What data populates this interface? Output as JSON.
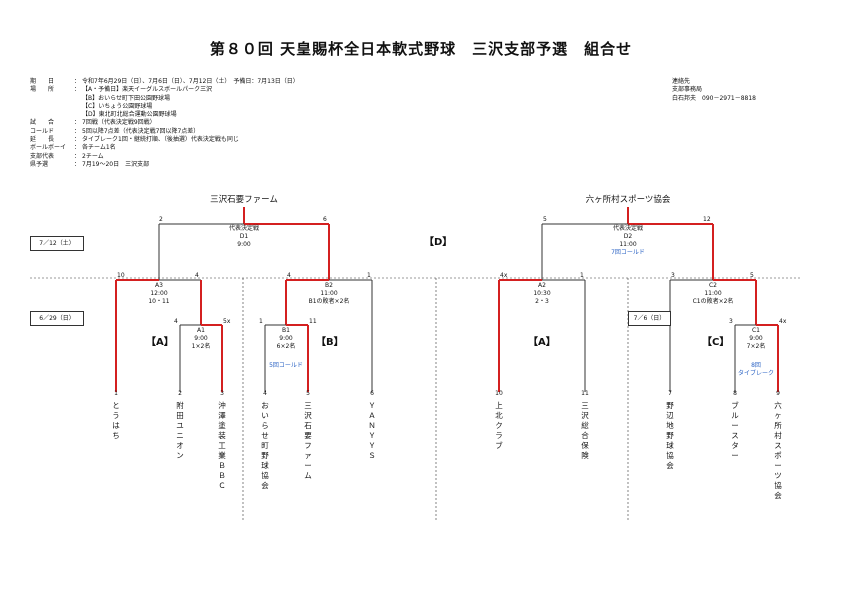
{
  "title": "第８０回 天皇賜杯全日本軟式野球　三沢支部予選　組合せ",
  "info": [
    {
      "k": "期　　日",
      "v": "令和7年6月29日（日）、7月6日（日）、7月12日（土）　予備日：7月13日（日）"
    },
    {
      "k": "場　　所",
      "v": "【A・予備日】楽天イーグルスボールパーク三沢"
    },
    {
      "k": "",
      "v": "【B】おいらせ町下田公園野球場"
    },
    {
      "k": "",
      "v": "【C】いちょう公園野球場"
    },
    {
      "k": "",
      "v": "【D】東北町北総合運動公園野球場"
    },
    {
      "k": "試　　合",
      "v": "7回戦（代表決定戦9回戦）"
    },
    {
      "k": "コールド",
      "v": "5回以降7点差（代表決定戦7回以降7点差）"
    },
    {
      "k": "延　　長",
      "v": "タイブレーク1回・継続打順、（後抽選）代表決定戦も同じ"
    },
    {
      "k": "ボールボーイ",
      "v": "各チーム1名"
    },
    {
      "k": "支部代表",
      "v": "2チーム"
    },
    {
      "k": "県予選",
      "v": "7月19〜20日　三沢支部"
    }
  ],
  "contact": [
    "連絡先",
    "支部事務局",
    "白石邦夫　090－2971－8818"
  ],
  "winners": {
    "left": "三沢石要ファーム",
    "right": "六ヶ所村スポーツ協会"
  },
  "dates": {
    "d712": "7／12（土）",
    "d629": "6／29（日）",
    "d76": "7／6（日）"
  },
  "venues": {
    "D": "【D】",
    "A_left": "【A】",
    "B": "【B】",
    "A_right": "【A】",
    "C": "【C】"
  },
  "games": {
    "D1": {
      "l1": "代表決定戦",
      "l2": "D1",
      "l3": "9:00"
    },
    "D2": {
      "l1": "代表決定戦",
      "l2": "D2",
      "l3": "11:00",
      "note": "7回コールド"
    },
    "A3": {
      "l1": "A3",
      "l2": "12:00",
      "l3": "10・11"
    },
    "A1": {
      "l1": "A1",
      "l2": "9:00",
      "l3": "1×2名"
    },
    "B2": {
      "l1": "B2",
      "l2": "11:00",
      "l3": "B1の敗者×2名"
    },
    "B1": {
      "l1": "B1",
      "l2": "9:00",
      "l3": "6×2名",
      "note": "5回コールド"
    },
    "A2": {
      "l1": "A2",
      "l2": "10:30",
      "l3": "2・3"
    },
    "C2": {
      "l1": "C2",
      "l2": "11:00",
      "l3": "C1の敗者×2名"
    },
    "C1": {
      "l1": "C1",
      "l2": "9:00",
      "l3": "7×2名",
      "note1": "8回",
      "note2": "タイブレーク"
    }
  },
  "scores": {
    "d1_left": "2",
    "d1_right": "6",
    "d2_left": "5",
    "d2_right": "12",
    "a3_left": "10",
    "a3_right": "4",
    "b2_left": "4",
    "b2_right": "1",
    "a1_left": "4",
    "a1_right": "5x",
    "b1_left": "1",
    "b1_right": "11",
    "a2_left": "4x",
    "a2_right": "1",
    "c2_left": "3",
    "c2_right": "5",
    "c1_left": "3",
    "c1_right": "4x"
  },
  "teams": [
    {
      "seed": "1",
      "name": "とうはち"
    },
    {
      "seed": "2",
      "name": "附田ユニオン"
    },
    {
      "seed": "3",
      "name": "沖澤塗装工業ＢＢＣ"
    },
    {
      "seed": "4",
      "name": "おいらせ町野球協会"
    },
    {
      "seed": "5",
      "name": "三沢石要ファーム"
    },
    {
      "seed": "6",
      "name": "ＹＡＮＹＹＳ"
    },
    {
      "seed": "10",
      "name": "上北クラブ"
    },
    {
      "seed": "11",
      "name": "三沢総合保険"
    },
    {
      "seed": "7",
      "name": "野辺地野球協会"
    },
    {
      "seed": "8",
      "name": "ブルースター"
    },
    {
      "seed": "9",
      "name": "六ヶ所村スポーツ協会"
    }
  ],
  "colors": {
    "win": "#d42020",
    "line": "#333333",
    "note": "#2b63c4"
  }
}
